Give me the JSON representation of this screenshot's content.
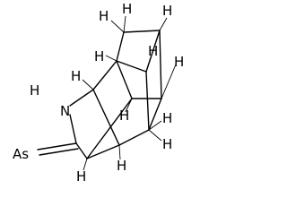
{
  "molecule": {
    "atom_labels": {
      "nitrogen": "N",
      "sulfur": "As",
      "nh_hydrogen": "H"
    },
    "hydrogen_label": "H",
    "colors": {
      "bond": "#000000",
      "background": "#ffffff"
    }
  }
}
